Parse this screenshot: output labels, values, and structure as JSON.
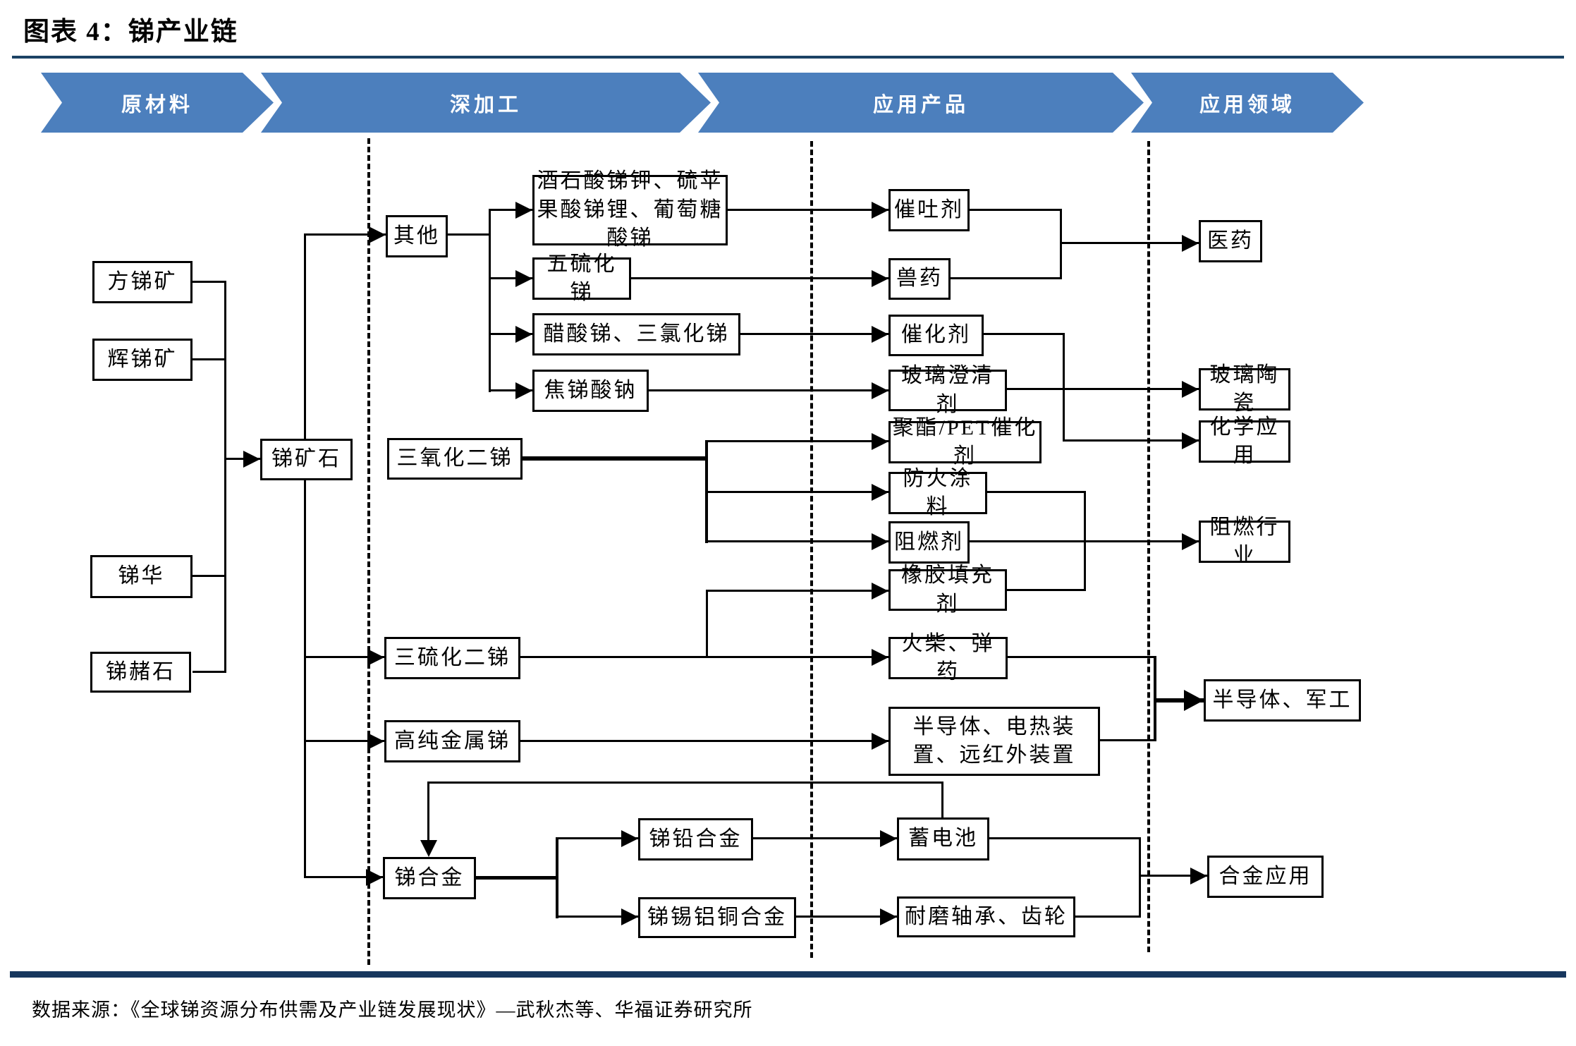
{
  "title": "图表 4：锑产业链",
  "source": "数据来源：《全球锑资源分布供需及产业链发展现状》—武秋杰等、华福证券研究所",
  "colors": {
    "banner_blue": "#4C7FBD",
    "title_rule_navy": "#1C4365",
    "bottom_bar_navy": "#17375E",
    "line_black": "#000000",
    "box_background": "#FFFFFF"
  },
  "banners": [
    {
      "label": "原材料"
    },
    {
      "label": "深加工"
    },
    {
      "label": "应用产品"
    },
    {
      "label": "应用领域"
    }
  ],
  "nodes": [
    {
      "id": "fang-ti-kuang",
      "label": "方锑矿"
    },
    {
      "id": "hui-ti-kuang",
      "label": "辉锑矿"
    },
    {
      "id": "ti-hua",
      "label": "锑华"
    },
    {
      "id": "ti-zhe-shi",
      "label": "锑赭石"
    },
    {
      "id": "ti-kuang-shi",
      "label": "锑矿石"
    },
    {
      "id": "qi-ta",
      "label": "其他"
    },
    {
      "id": "jiu-shi-suan-ti-jia",
      "label": "酒石酸锑钾、硫苹果酸锑锂、葡萄糖酸锑"
    },
    {
      "id": "wu-liu-hua-ti",
      "label": "五硫化锑"
    },
    {
      "id": "cu-suan-ti",
      "label": "醋酸锑、三氯化锑"
    },
    {
      "id": "jiao-ti-suan-na",
      "label": "焦锑酸钠"
    },
    {
      "id": "san-yang-hua-er-ti",
      "label": "三氧化二锑"
    },
    {
      "id": "san-liu-hua-er-ti",
      "label": "三硫化二锑"
    },
    {
      "id": "gao-chun-jin-shu-ti",
      "label": "高纯金属锑"
    },
    {
      "id": "ti-he-jin",
      "label": "锑合金"
    },
    {
      "id": "ti-qian-he-jin",
      "label": "锑铅合金"
    },
    {
      "id": "ti-xi-lv-tong-he-jin",
      "label": "锑锡铝铜合金"
    },
    {
      "id": "cui-tu-ji",
      "label": "催吐剂"
    },
    {
      "id": "shou-yao",
      "label": "兽药"
    },
    {
      "id": "cui-hua-ji",
      "label": "催化剂"
    },
    {
      "id": "bo-li-cheng-qing-ji",
      "label": "玻璃澄清剂"
    },
    {
      "id": "ju-zhi-pet-cui-hua-ji",
      "label": "聚酯/PET催化剂"
    },
    {
      "id": "fang-huo-tu-liao",
      "label": "防火涂料"
    },
    {
      "id": "zu-ran-ji",
      "label": "阻燃剂"
    },
    {
      "id": "xiang-jiao-tian-chong-ji",
      "label": "橡胶填充剂"
    },
    {
      "id": "huo-chai-dan-yao",
      "label": "火柴、弹药"
    },
    {
      "id": "ban-dao-ti-zhuang-zhi",
      "label": "半导体、电热装置、远红外装置"
    },
    {
      "id": "xu-dian-chi",
      "label": "蓄电池"
    },
    {
      "id": "nai-mo-zhou-cheng-chi-lun",
      "label": "耐磨轴承、齿轮"
    },
    {
      "id": "yi-yao",
      "label": "医药"
    },
    {
      "id": "bo-li-tao-ci",
      "label": "玻璃陶瓷"
    },
    {
      "id": "hua-xue-ying-yong",
      "label": "化学应用"
    },
    {
      "id": "zu-ran-hang-ye",
      "label": "阻燃行业"
    },
    {
      "id": "ban-dao-ti-jun-gong",
      "label": "半导体、军工"
    },
    {
      "id": "he-jin-ying-yong",
      "label": "合金应用"
    }
  ]
}
